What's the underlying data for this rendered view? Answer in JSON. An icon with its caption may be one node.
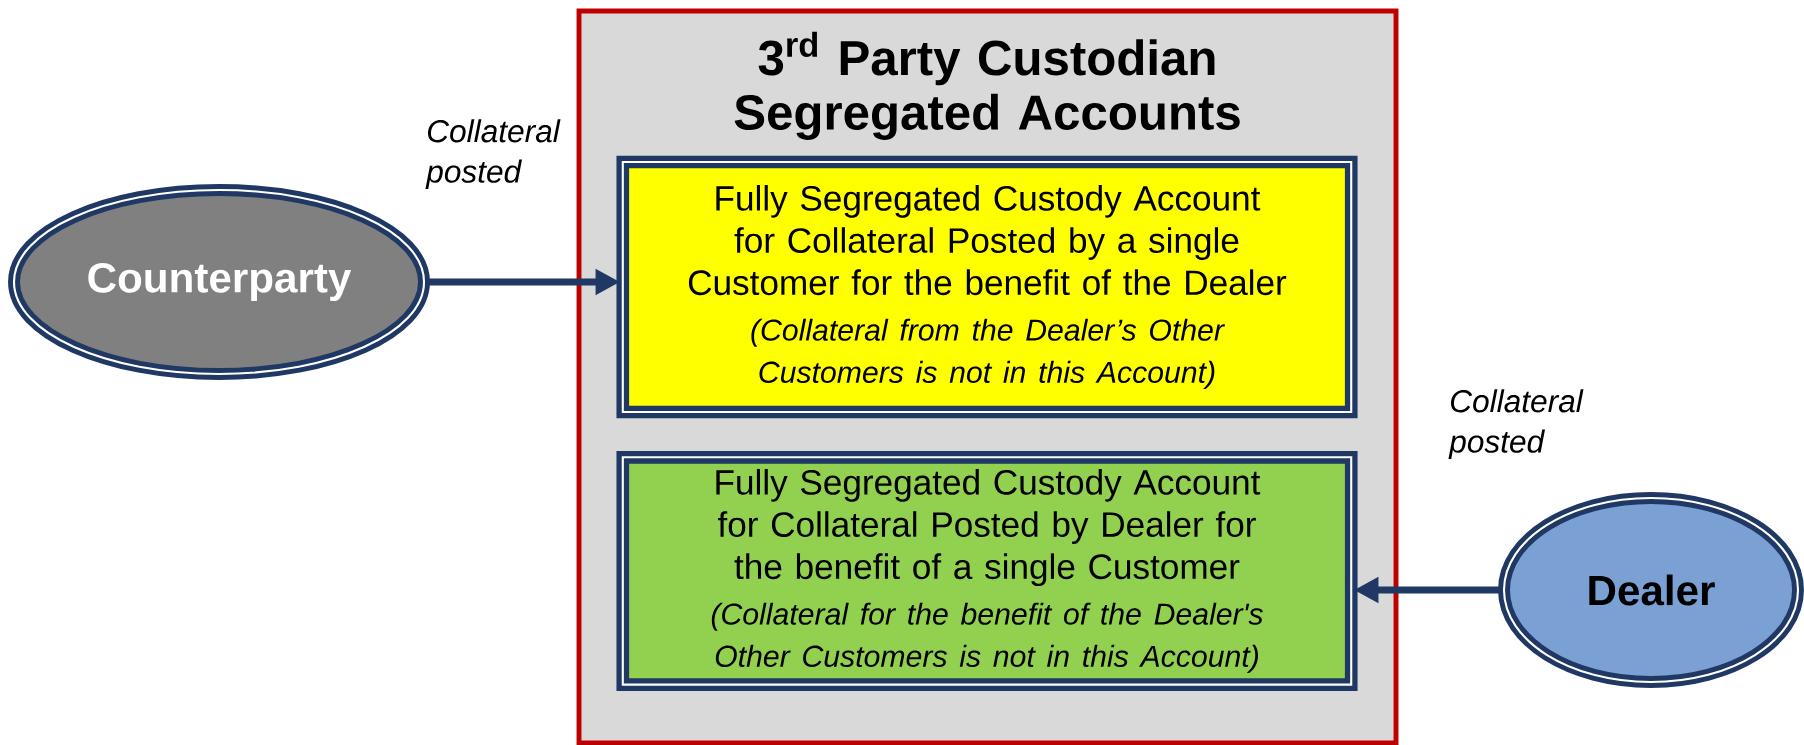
{
  "diagram": {
    "nodes": [
      {
        "text": [
          "3$^{rd}$ Party Custodian Segregated Accounts"
        ]
      },
      {
        "text": [
          "Counterparty"
        ]
      },
      {
        "text": [
          "Fully Segregated Custody Account for Collateral Posted by a single Customer for the benefit of the Dealer",
          "(Collateral from the Dealer’s Other Customers is not in this Account)"
        ],
        "in": 0
      },
      {
        "text": [
          "Fully Segregated Custody Account for Collateral Posted by Dealer for the benefit of a single Customer",
          "(Collateral for the benefit of the Dealer's Other Customers is not in this Account)"
        ],
        "in": 0
      },
      {
        "text": [
          "Dealer"
        ]
      }
    ],
    "edges": [
      {
        "from": 1,
        "to": 2,
        "arrow": "to",
        "label": "Collateral posted"
      },
      {
        "from": 4,
        "to": 3,
        "arrow": "to",
        "label": "Collateral posted"
      }
    ]
  }
}
